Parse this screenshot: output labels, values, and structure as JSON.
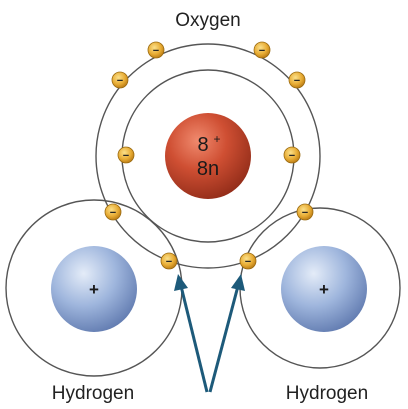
{
  "labels": {
    "oxygen": "Oxygen",
    "hydrogen_left": "Hydrogen",
    "hydrogen_right": "Hydrogen"
  },
  "nucleus": {
    "oxygen_protons": "8",
    "oxygen_charge": "+",
    "oxygen_neutrons": "8n",
    "hydrogen_left_charge": "+",
    "hydrogen_right_charge": "+"
  },
  "electron_symbol": "−",
  "colors": {
    "shell": "#555555",
    "oxygen_nucleus": "#c0432a",
    "hydrogen_nucleus": "#8fa9d6",
    "electron": "#e6a93a",
    "arrow": "#1d5a7a"
  }
}
